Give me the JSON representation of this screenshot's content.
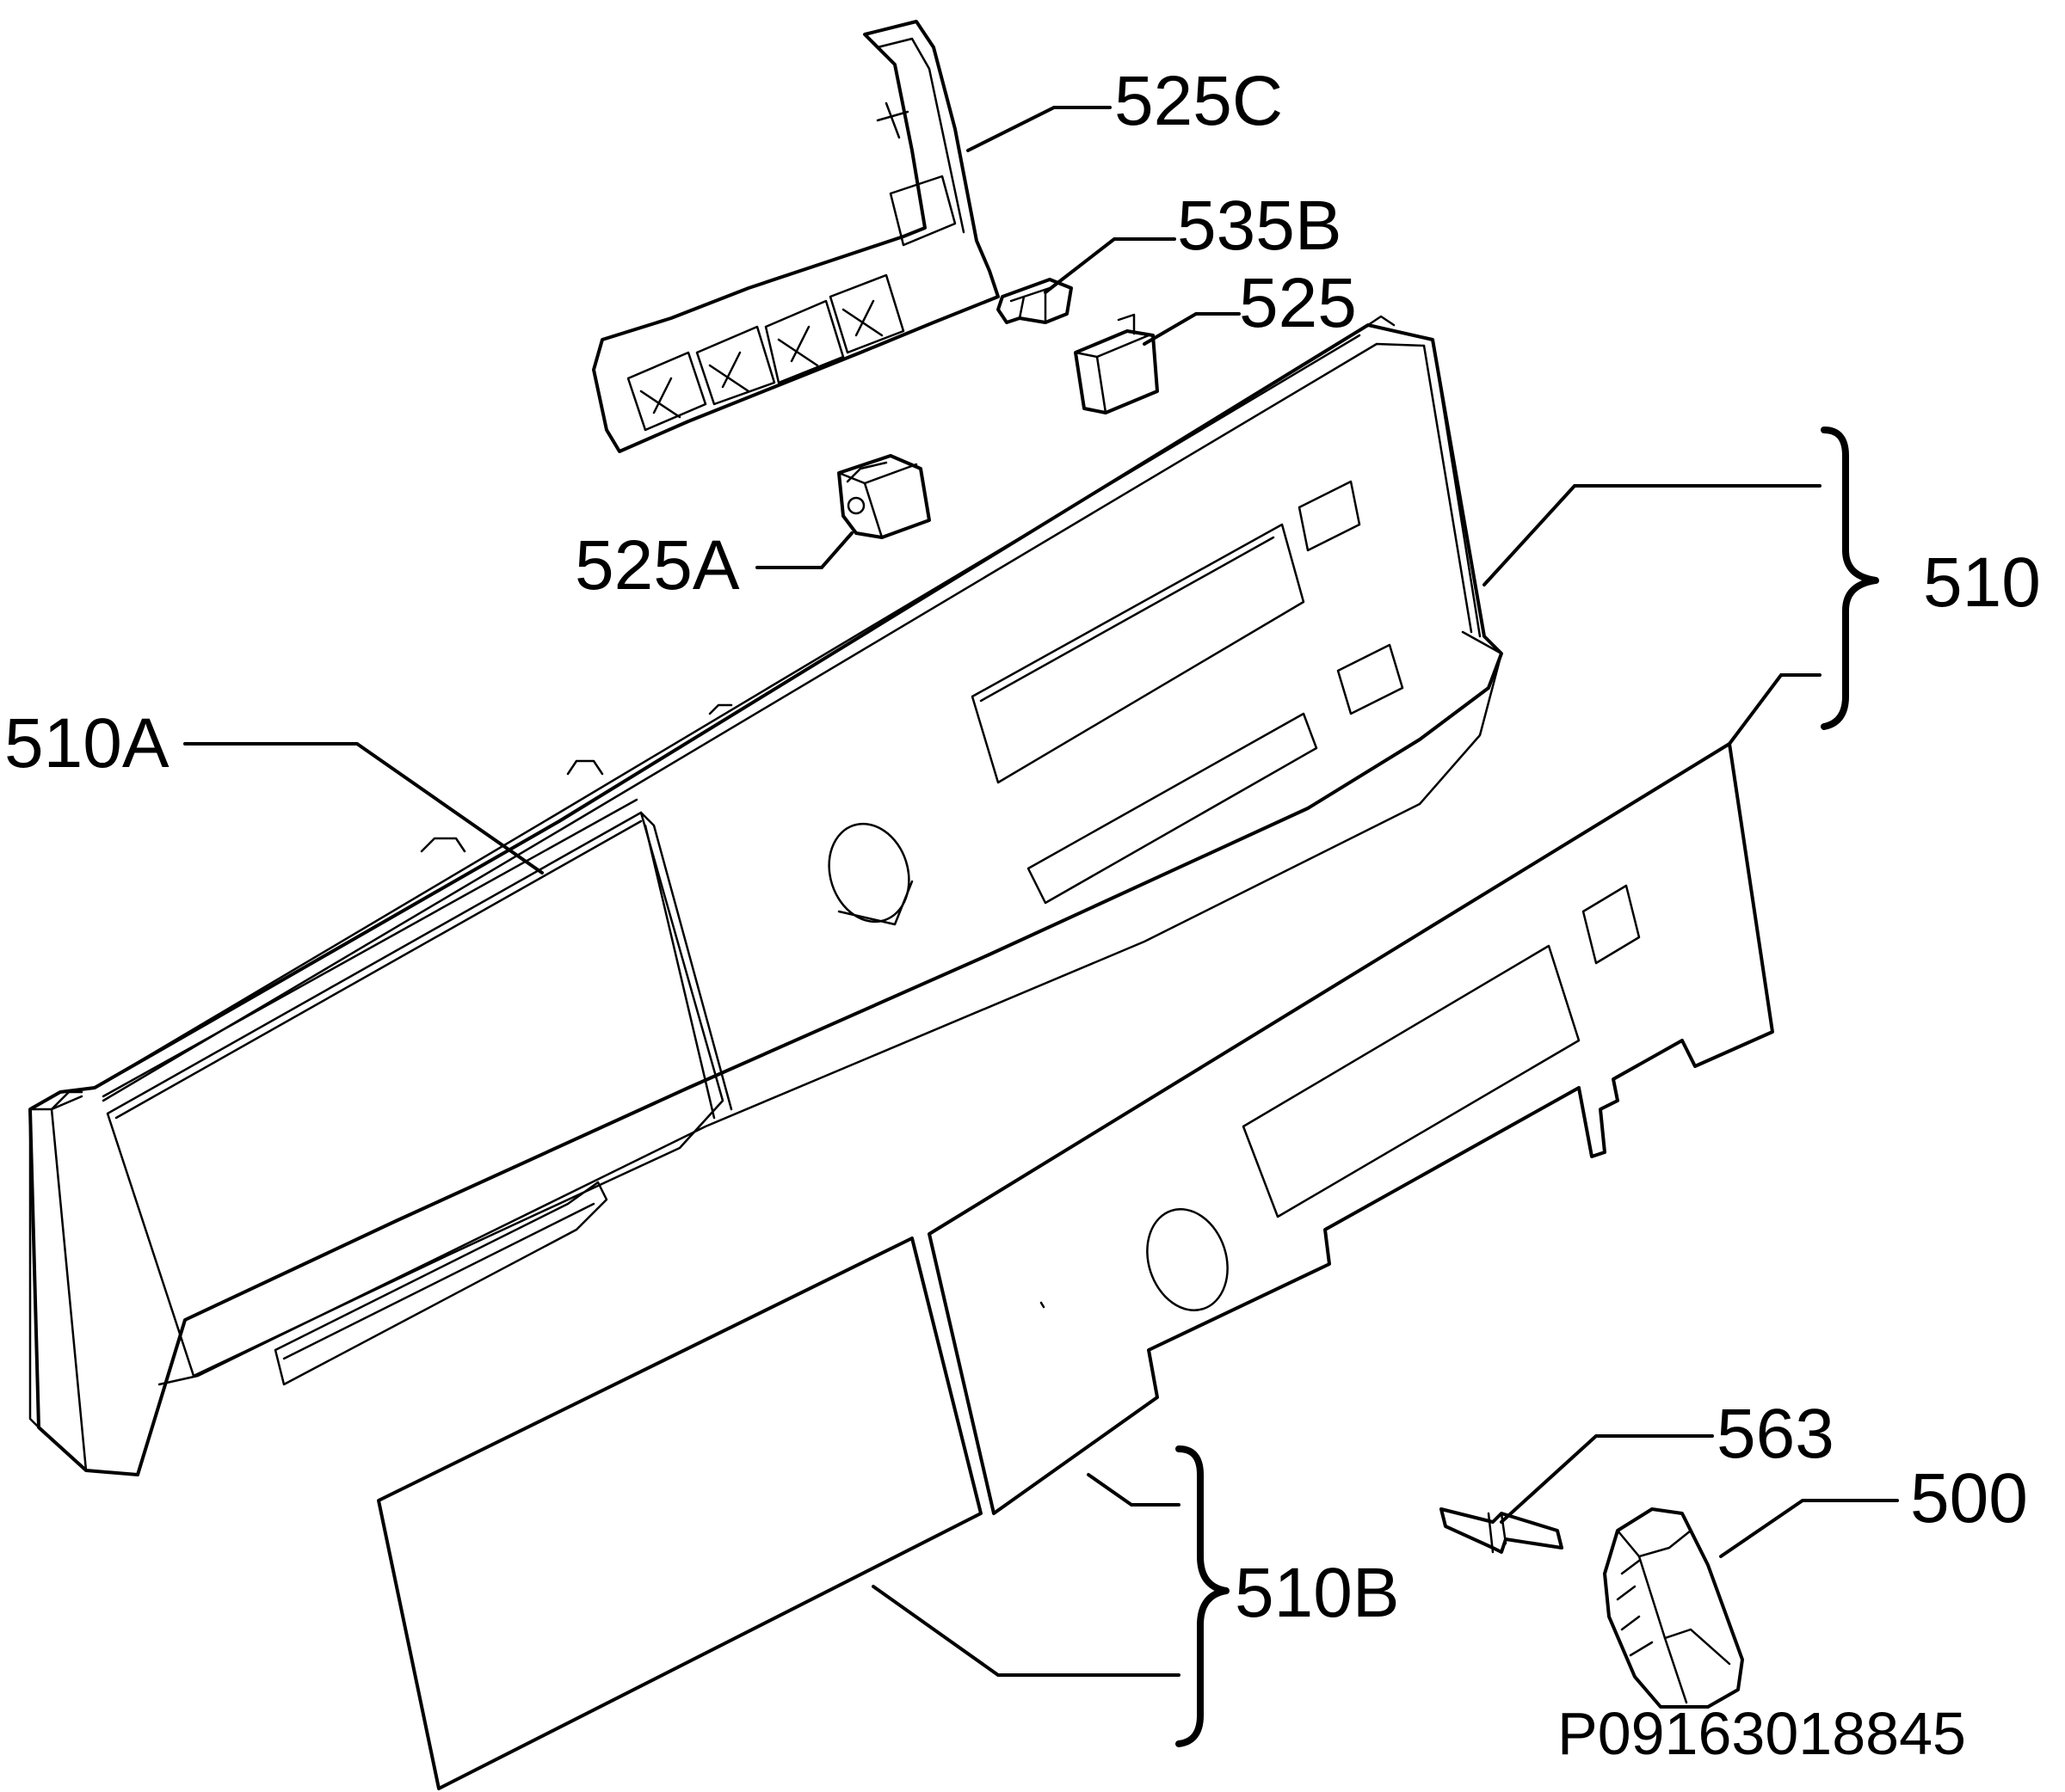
{
  "labels": {
    "l525C": "525C",
    "l535B": "535B",
    "l525": "525",
    "l525A": "525A",
    "l510": "510",
    "l510A": "510A",
    "l510B": "510B",
    "l563": "563",
    "l500": "500"
  },
  "drawing_code": "P09163018845"
}
